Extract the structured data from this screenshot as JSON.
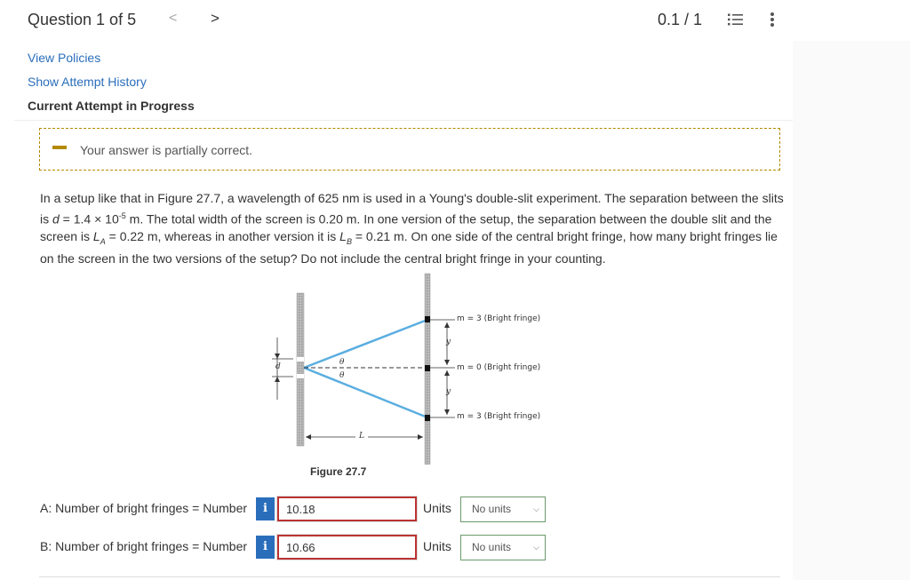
{
  "header": {
    "question_title": "Question 1 of 5",
    "prev_glyph": "<",
    "next_glyph": ">",
    "score": "0.1 / 1",
    "list_icon": "list-numbered-icon",
    "more_icon": "more-vertical-icon"
  },
  "links": {
    "view_policies": "View Policies",
    "show_attempt_history": "Show Attempt History",
    "current_attempt": "Current Attempt in Progress"
  },
  "feedback": {
    "message": "Your answer is partially correct.",
    "icon": "partial-dash-icon",
    "color": "#b38a00"
  },
  "question": {
    "intro": "In a setup like that in Figure 27.7, a wavelength of 625 nm is used in a Young's double-slit experiment. The separation between the slits is ",
    "d_var": "d",
    "d_eq": " = 1.4 × 10",
    "d_exp": "-5",
    "d_unit": " m. The total width of the screen is 0.20 m. In one version of the setup, the separation between the double slit and the screen is ",
    "la_var": "L",
    "la_sub": "A",
    "la_val": " = 0.22 m, whereas in another version it is ",
    "lb_var": "L",
    "lb_sub": "B",
    "lb_val": " = 0.21 m. On one side of the central bright fringe, how many bright fringes lie on the screen in the two versions of the setup? Do not include the central bright fringe in your counting."
  },
  "figure": {
    "label_top": "m = 3 (Bright fringe)",
    "label_mid": "m = 0 (Bright fringe)",
    "label_bot": "m = 3 (Bright fringe)",
    "theta": "θ",
    "d": "d",
    "y": "y",
    "L": "L",
    "caption": "Figure 27.7",
    "ray_color": "#5aaee0"
  },
  "answers": [
    {
      "label": "A: Number of bright fringes = Number",
      "info": "i",
      "value": "10.18",
      "units_label": "Units",
      "units_value": "No units"
    },
    {
      "label": "B: Number of bright fringes = Number",
      "info": "i",
      "value": "10.66",
      "units_label": "Units",
      "units_value": "No units"
    }
  ]
}
